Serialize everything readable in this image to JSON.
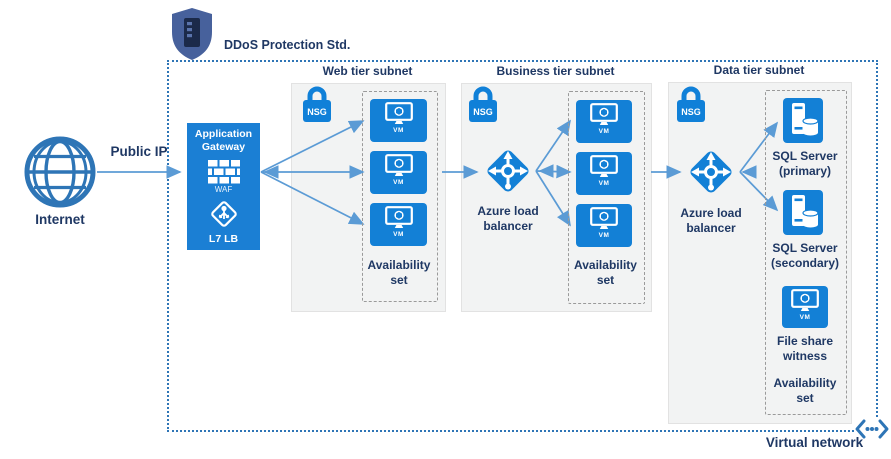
{
  "colors": {
    "azure_blue": "#1380d6",
    "gateway_blue": "#1b7fd4",
    "arrow_blue": "#5b9bd5",
    "vnet_border_blue": "#2e75b6",
    "navy_text": "#1f3864",
    "subnet_bg": "#f2f3f3",
    "shield_blue": "#47619c"
  },
  "internet": {
    "label": "Internet"
  },
  "public_ip_label": "Public IP",
  "ddos": {
    "label": "DDoS Protection Std."
  },
  "virtual_network": {
    "label": "Virtual network"
  },
  "app_gateway": {
    "name_line1": "Application",
    "name_line2": "Gateway",
    "waf_label": "WAF",
    "l7_label": "L7 LB"
  },
  "subnets": [
    {
      "label": "Web tier subnet",
      "nsg_label": "NSG",
      "vm_labels": [
        "VM",
        "VM",
        "VM"
      ],
      "availability_line1": "Availability",
      "availability_line2": "set"
    },
    {
      "label": "Business tier subnet",
      "nsg_label": "NSG",
      "lb_line1": "Azure load",
      "lb_line2": "balancer",
      "vm_labels": [
        "VM",
        "VM",
        "VM"
      ],
      "availability_line1": "Availability",
      "availability_line2": "set"
    },
    {
      "label": "Data tier subnet",
      "nsg_label": "NSG",
      "lb_line1": "Azure load",
      "lb_line2": "balancer",
      "items": [
        {
          "line1": "SQL Server",
          "line2": "(primary)"
        },
        {
          "line1": "SQL Server",
          "line2": "(secondary)"
        },
        {
          "line1": "File share",
          "line2": "witness"
        }
      ],
      "file_share_vm_label": "VM",
      "availability_line1": "Availability",
      "availability_line2": "set"
    }
  ]
}
